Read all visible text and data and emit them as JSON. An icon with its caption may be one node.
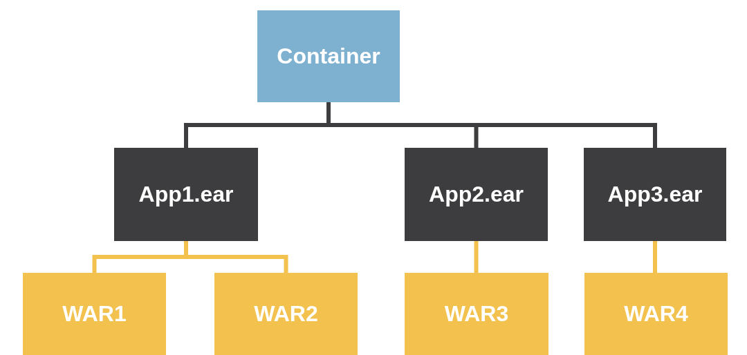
{
  "diagram": {
    "nodes": [
      {
        "text": [
          "Container"
        ]
      },
      {
        "text": [
          "App1.ear"
        ]
      },
      {
        "text": [
          "App2.ear"
        ]
      },
      {
        "text": [
          "App3.ear"
        ]
      },
      {
        "text": [
          "WAR1"
        ]
      },
      {
        "text": [
          "WAR2"
        ]
      },
      {
        "text": [
          "WAR3"
        ]
      },
      {
        "text": [
          "WAR4"
        ]
      }
    ],
    "edges": [
      {
        "from": 0,
        "to": 1,
        "arrow": "none",
        "color": "#3d3d3f"
      },
      {
        "from": 0,
        "to": 2,
        "arrow": "none",
        "color": "#3d3d3f"
      },
      {
        "from": 0,
        "to": 3,
        "arrow": "none",
        "color": "#3d3d3f"
      },
      {
        "from": 1,
        "to": 4,
        "arrow": "none"
      },
      {
        "from": 1,
        "to": 5,
        "arrow": "none"
      },
      {
        "from": 2,
        "to": 6,
        "arrow": "none"
      },
      {
        "from": 3,
        "to": 7,
        "arrow": "none"
      }
    ]
  }
}
